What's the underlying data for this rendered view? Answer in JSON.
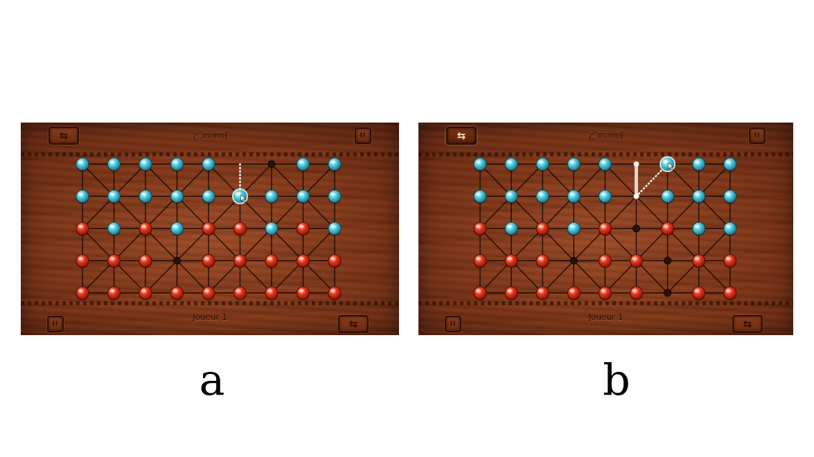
{
  "panels": [
    {
      "id": "a",
      "top_player_label": "Joueur 2",
      "bottom_player_label": "Joueur 1",
      "swap_icon": "swap-arrows-icon",
      "pause_icon": "pause-icon",
      "swap_symbol": "⇆",
      "pause_symbol": "II",
      "top_swap_active": false,
      "grid": {
        "columns": 9,
        "rows": 5
      },
      "pieces": [
        "BBBBB.EBB",
        "BBBBBBBBB",
        "RBRBRRBRB",
        "RRRERRRRR",
        "RRRRRRRRR"
      ],
      "moving_piece": {
        "color": "blue",
        "from": [
          5,
          0
        ],
        "to": [
          5,
          1
        ]
      },
      "highlight_path": null
    },
    {
      "id": "b",
      "top_player_label": "Joueur 2",
      "bottom_player_label": "Joueur 1",
      "swap_icon": "swap-arrows-icon",
      "pause_icon": "pause-icon",
      "swap_symbol": "⇆",
      "pause_symbol": "II",
      "top_swap_active": true,
      "grid": {
        "columns": 9,
        "rows": 5
      },
      "pieces": [
        "BBBBB..BB",
        "BBBBB.BBB",
        "RBRBRERBB",
        "RRRERRERR",
        "RRRRRRERR"
      ],
      "moving_piece": {
        "color": "blue",
        "from": [
          5,
          1
        ],
        "to": [
          6,
          0
        ]
      },
      "highlight_path": {
        "from": [
          5,
          0
        ],
        "to": [
          5,
          1
        ]
      }
    }
  ],
  "captions": [
    "a",
    "b"
  ],
  "colors": {
    "board_line": "#1f0a02",
    "blue_piece": "#49c4d8",
    "red_piece": "#e2321a",
    "empty_point": "#2a1206"
  }
}
